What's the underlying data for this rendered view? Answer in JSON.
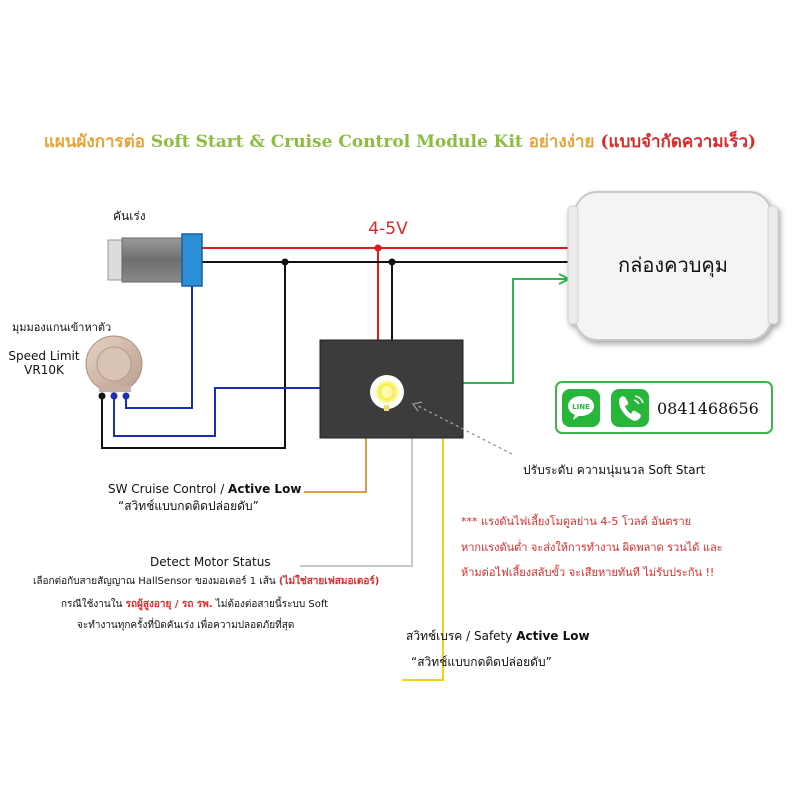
{
  "title": {
    "part1": "แผนผังการต่อ",
    "part2": " Soft Start & Cruise Control Module Kit ",
    "part3": "อย่างง่าย",
    "part4": " (แบบจำกัดความเร็ว)"
  },
  "throttle_label": "คันเร่ง",
  "voltage_label": "4-5V",
  "control_box_label": "กล่องควบคุม",
  "pot": {
    "note": "มุมมองแกนเข้าหาตัว",
    "name_line1": "Speed Limit",
    "name_line2": "VR10K"
  },
  "contact": {
    "phone": "0841468656",
    "line_icon_text": "LINE"
  },
  "soft_start_label": "ปรับระดับ ความนุ่มนวล Soft Start",
  "sw_cruise": {
    "line1_a": "SW Cruise Control / ",
    "line1_b": "Active Low",
    "line2": "“สวิทช์แบบกดติดปล่อยดับ”"
  },
  "detect_motor": {
    "title": "Detect Motor Status",
    "line1_a": "เลือกต่อกับสายสัญญาณ  HallSensor  ของมอเตอร์  1 เส้น ",
    "line1_b": "(ไม่ใช่สายเฟสมอเตอร์)",
    "line2_a": "กรณีใช้งานใน ",
    "line2_b": "รถผู้สูงอายุ / รถ รพ.",
    "line2_c": " ไม่ต้องต่อสายนี้ระบบ  Soft",
    "line3": "จะทำงานทุกครั้งที่บิดคันเร่ง  เพื่อความปลอดภัยที่สุด"
  },
  "warning": {
    "line1": "*** แรงดันไฟเลี้ยงโมดูลย่าน 4-5 โวลต์ อันตราย",
    "line2": "หากแรงดันต่ำ จะส่งให้การทำงาน ผิดพลาด รวนได้ และ",
    "line3": "ห้ามต่อไฟเลี้ยงสลับขั้ว จะเสียหายทันที ไม่รับประกัน !!"
  },
  "brake": {
    "line1_a": "สวิทช์เบรค / Safety ",
    "line1_b": "Active Low",
    "line2": "“สวิทช์แบบกดติดปล่อยดับ”"
  },
  "colors": {
    "title_orange": "#e8a33a",
    "title_green": "#8cbd3f",
    "title_red": "#d92b2b",
    "wire_red": "#e01b1b",
    "wire_black": "#111111",
    "wire_blue": "#1a2fb5",
    "wire_green": "#2db84b",
    "wire_orange": "#d9a04a",
    "wire_yellow": "#f0d21a",
    "wire_gray": "#c8c8c8",
    "module_fill": "#3c3c3c",
    "contact_border": "#3cb54a"
  }
}
